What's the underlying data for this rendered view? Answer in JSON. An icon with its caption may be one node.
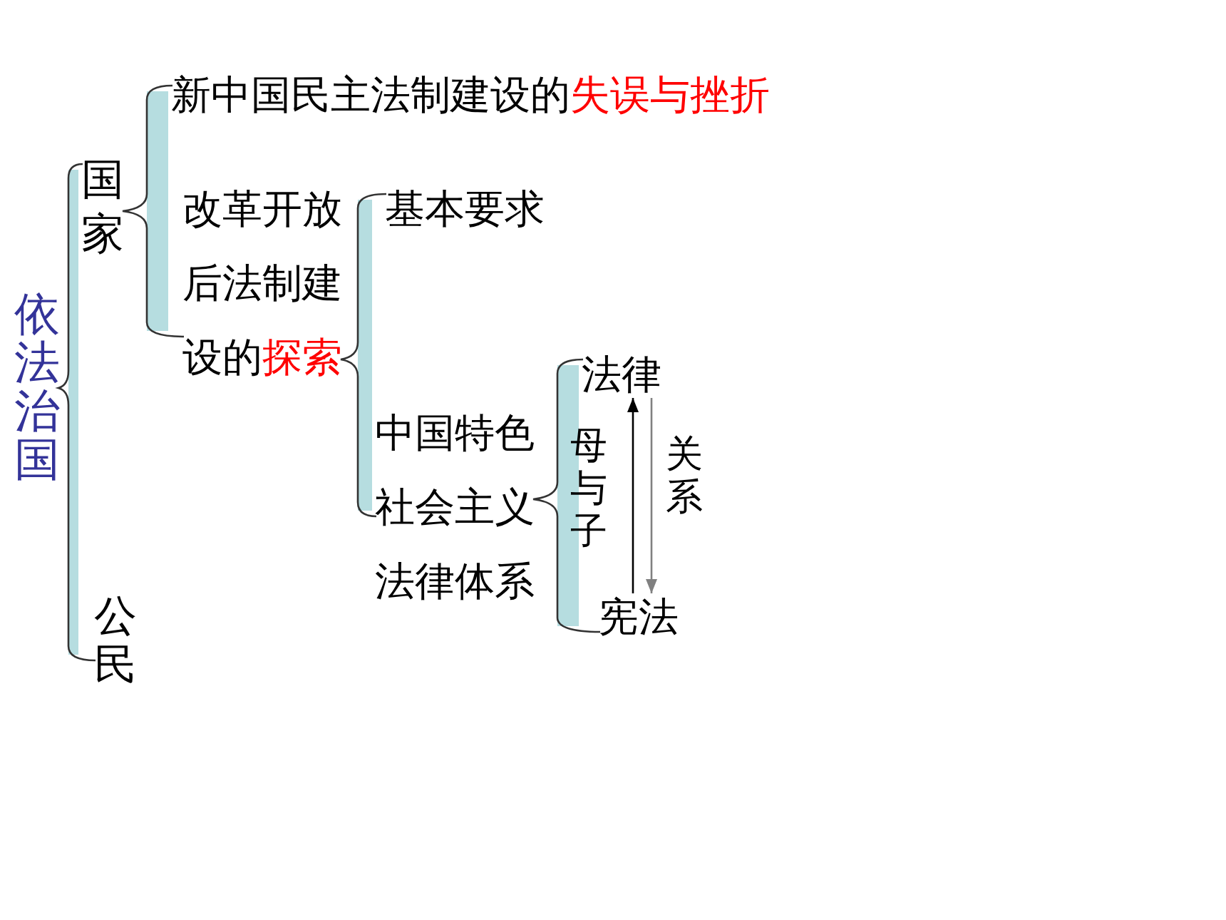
{
  "diagram": {
    "nodes": [
      {
        "text": [
          "依法治国"
        ]
      },
      {
        "text": [
          "国家"
        ]
      },
      {
        "text": [
          "公民"
        ]
      },
      {
        "text": [
          "新中国民主法制建设的失误与挫折"
        ]
      },
      {
        "text": [
          "改革开放后法制建设的探索"
        ]
      },
      {
        "text": [
          "基本要求"
        ]
      },
      {
        "text": [
          "中国特色社会主义法律体系"
        ]
      },
      {
        "text": [
          "法律"
        ]
      },
      {
        "text": [
          "宪法"
        ]
      }
    ],
    "edges": [
      {
        "from": 0,
        "to": 1,
        "arrow": "none"
      },
      {
        "from": 0,
        "to": 2,
        "arrow": "none"
      },
      {
        "from": 1,
        "to": 3,
        "arrow": "none"
      },
      {
        "from": 1,
        "to": 4,
        "arrow": "none"
      },
      {
        "from": 4,
        "to": 5,
        "arrow": "none"
      },
      {
        "from": 4,
        "to": 6,
        "arrow": "none"
      },
      {
        "from": 6,
        "to": 7,
        "arrow": "none"
      },
      {
        "from": 6,
        "to": 8,
        "arrow": "none"
      },
      {
        "from": 8,
        "to": 7,
        "arrow": "to",
        "label": "母与子"
      },
      {
        "from": 7,
        "to": 8,
        "arrow": "to",
        "label": "关系",
        "color": "#808080"
      }
    ]
  }
}
